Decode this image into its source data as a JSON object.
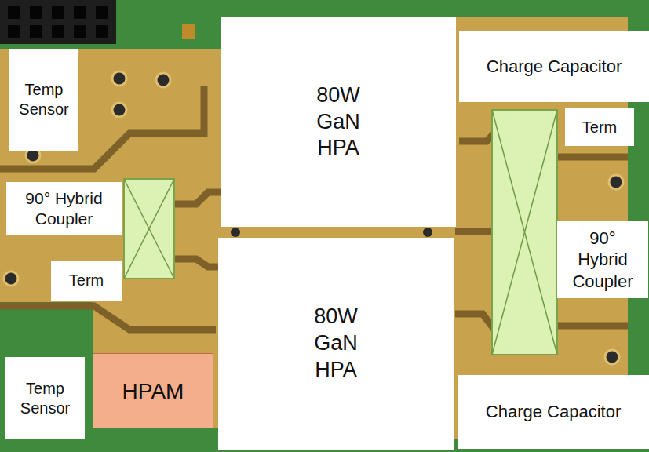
{
  "diagram": {
    "nodes": [
      {
        "text": [
          "Temp Sensor"
        ]
      },
      {
        "text": [
          "80W GaN HPA"
        ]
      },
      {
        "text": [
          "Charge Capacitor"
        ]
      },
      {
        "text": [
          "Term"
        ]
      },
      {
        "text": [
          "90° Hybrid Coupler"
        ]
      },
      {
        "text": [
          "90° Hybrid Coupler"
        ]
      },
      {
        "text": [
          "Term"
        ]
      },
      {
        "text": [
          "Temp Sensor"
        ]
      },
      {
        "text": [
          "HPAM"
        ]
      },
      {
        "text": [
          "80W GaN HPA"
        ]
      },
      {
        "text": [
          "Charge Capacitor"
        ]
      }
    ]
  }
}
